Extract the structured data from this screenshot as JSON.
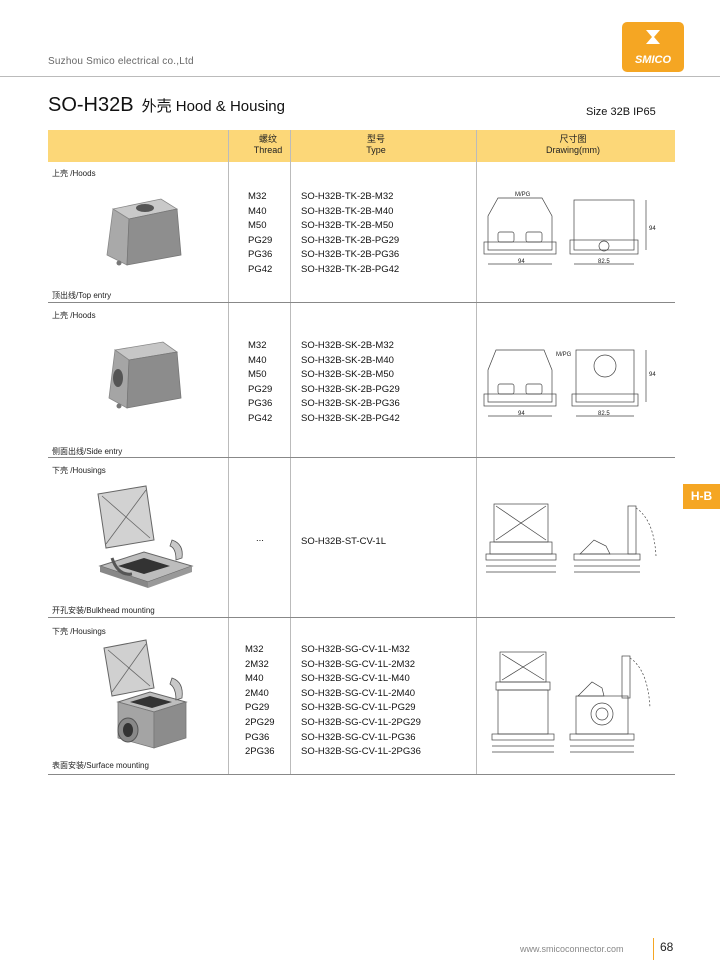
{
  "company": "Suzhou Smico electrical co.,Ltd",
  "logo_text": "SMICO",
  "title": "SO-H32B",
  "title_sub": "外壳 Hood & Housing",
  "size_text": "Size 32B IP65",
  "columns": {
    "thread_cn": "螺纹",
    "thread_en": "Thread",
    "type_cn": "型号",
    "type_en": "Type",
    "drawing_cn": "尺寸图",
    "drawing_en": "Drawing(mm)"
  },
  "rows": [
    {
      "category": "上壳 /Hoods",
      "caption": "顶出线/Top entry",
      "threads": [
        "M32",
        "M40",
        "M50",
        "PG29",
        "PG36",
        "PG42"
      ],
      "types": [
        "SO-H32B-TK-2B-M32",
        "SO-H32B-TK-2B-M40",
        "SO-H32B-TK-2B-M50",
        "SO-H32B-TK-2B-PG29",
        "SO-H32B-TK-2B-PG36",
        "SO-H32B-TK-2B-PG42"
      ],
      "dim_label": "M/PG",
      "dim_w": "94",
      "dim_d": "82.5",
      "dim_h": "94"
    },
    {
      "category": "上壳 /Hoods",
      "caption": "侧面出线/Side entry",
      "threads": [
        "M32",
        "M40",
        "M50",
        "PG29",
        "PG36",
        "PG42"
      ],
      "types": [
        "SO-H32B-SK-2B-M32",
        "SO-H32B-SK-2B-M40",
        "SO-H32B-SK-2B-M50",
        "SO-H32B-SK-2B-PG29",
        "SO-H32B-SK-2B-PG36",
        "SO-H32B-SK-2B-PG42"
      ],
      "dim_label": "M/PG",
      "dim_w": "94",
      "dim_d": "82.5",
      "dim_h": "94"
    },
    {
      "category": "下壳 /Housings",
      "caption": "开孔安装/Bulkhead mounting",
      "threads": [
        "..."
      ],
      "types": [
        "SO-H32B-ST-CV-1L"
      ]
    },
    {
      "category": "下壳 /Housings",
      "caption": "表面安装/Surface mounting",
      "threads": [
        "M32",
        "2M32",
        "M40",
        "2M40",
        "PG29",
        "2PG29",
        "PG36",
        "2PG36"
      ],
      "types": [
        "SO-H32B-SG-CV-1L-M32",
        "SO-H32B-SG-CV-1L-2M32",
        "SO-H32B-SG-CV-1L-M40",
        "SO-H32B-SG-CV-1L-2M40",
        "SO-H32B-SG-CV-1L-PG29",
        "SO-H32B-SG-CV-1L-2PG29",
        "SO-H32B-SG-CV-1L-PG36",
        "SO-H32B-SG-CV-1L-2PG36"
      ]
    }
  ],
  "side_tab": "H-B",
  "footer_url": "www.smicoconnector.com",
  "page_number": "68"
}
